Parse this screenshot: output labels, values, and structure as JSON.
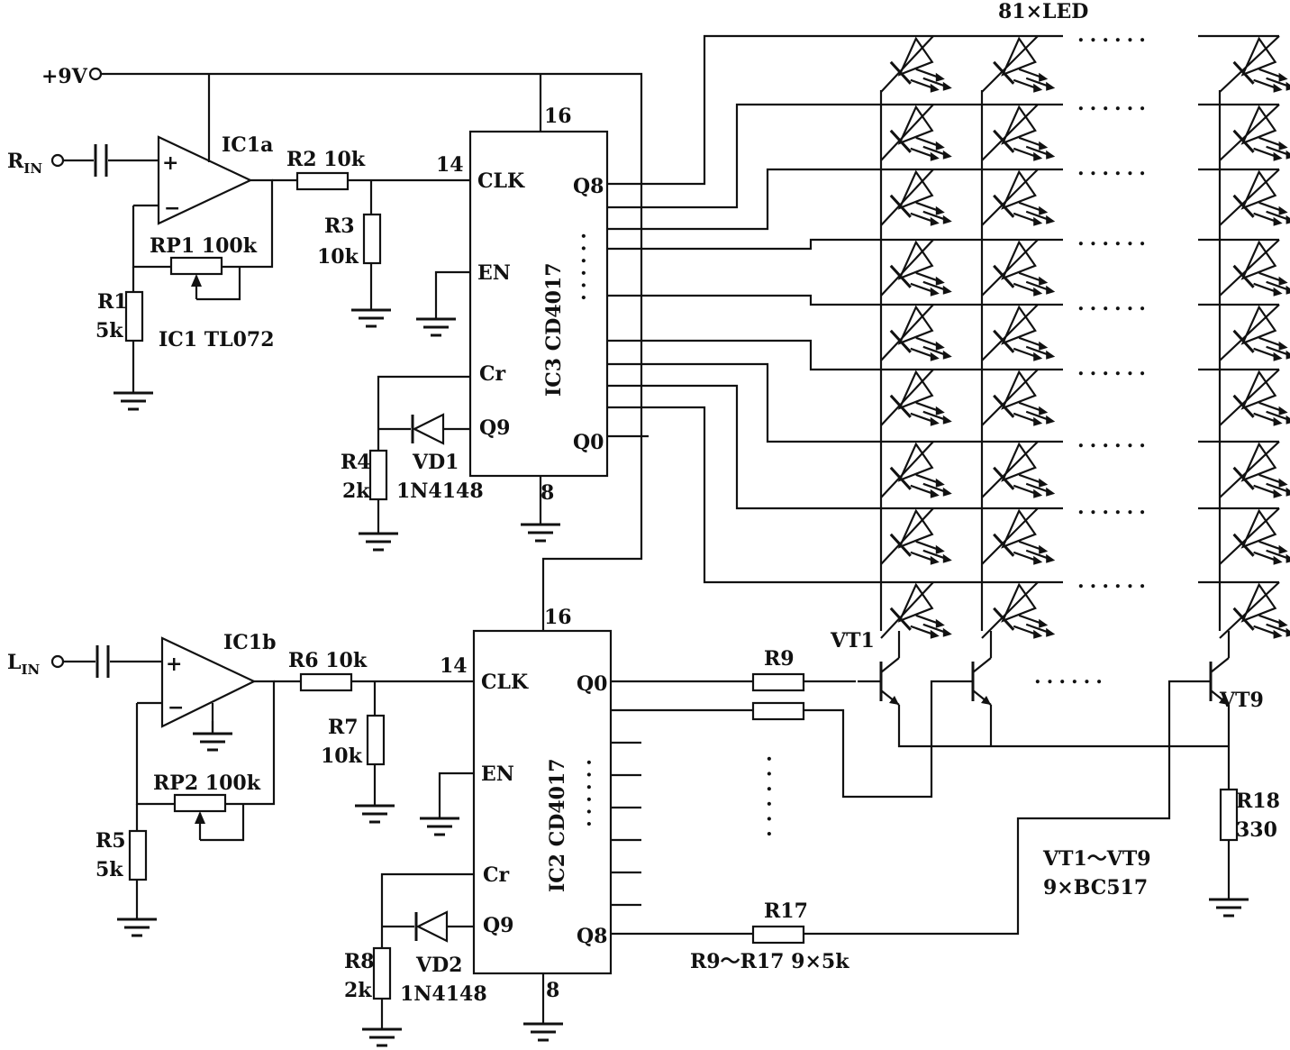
{
  "labels": {
    "supply": "+9V",
    "r_in": "R",
    "r_in_sub": "IN",
    "l_in": "L",
    "l_in_sub": "IN",
    "led_matrix": "81×LED",
    "ic1a": "IC1a",
    "ic1b": "IC1b",
    "ic1": "IC1  TL072",
    "r2": "R2  10k",
    "r3": "R3",
    "r3_val": "10k",
    "rp1": "RP1  100k",
    "r1": "R1",
    "r1_val": "5k",
    "r4": "R4",
    "r4_val": "2k",
    "vd1": "VD1",
    "vd1_type": "1N4148",
    "r6": "R6  10k",
    "r7": "R7",
    "r7_val": "10k",
    "rp2": "RP2  100k",
    "r5": "R5",
    "r5_val": "5k",
    "r8": "R8",
    "r8_val": "2k",
    "vd2": "VD2",
    "vd2_type": "1N4148",
    "r9": "R9",
    "r17": "R17",
    "r9_r17": "R9～R17  9×5k",
    "r18": "R18",
    "r18_val": "330",
    "vt1": "VT1",
    "vt9": "VT9",
    "vt_range": "VT1～VT9",
    "vt_type": "9×BC517",
    "ic3": "IC3  CD4017",
    "ic2": "IC2  CD4017",
    "pin16": "16",
    "pin14": "14",
    "pin8": "8",
    "clk": "CLK",
    "en": "EN",
    "cr": "Cr",
    "q9": "Q9",
    "q8": "Q8",
    "q0": "Q0",
    "plus": "+",
    "minus": "−",
    "dots": "......",
    "vdots": "......"
  }
}
